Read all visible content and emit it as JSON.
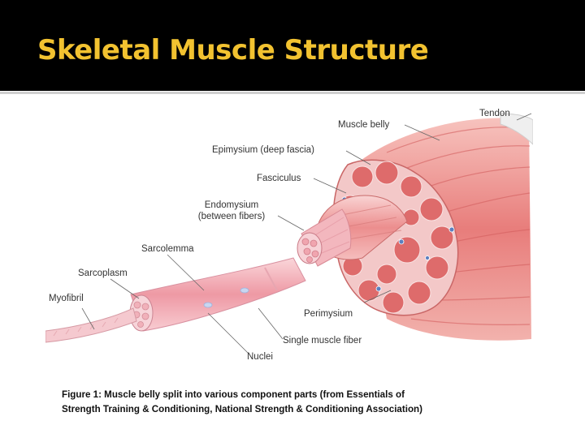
{
  "slide": {
    "title": "Skeletal Muscle Structure",
    "title_color": "#F2C230"
  },
  "diagram": {
    "labels": {
      "tendon": "Tendon",
      "muscle_belly": "Muscle belly",
      "epimysium": "Epimysium (deep fascia)",
      "fasciculus": "Fasciculus",
      "endomysium_line1": "Endomysium",
      "endomysium_line2": "(between fibers)",
      "sarcolemma": "Sarcolemma",
      "sarcoplasm": "Sarcoplasm",
      "myofibril": "Myofibril",
      "perimysium": "Perimysium",
      "single_muscle_fiber": "Single muscle fiber",
      "nuclei": "Nuclei"
    },
    "colors": {
      "muscle_red": "#E26F6F",
      "muscle_light": "#F4B9B5",
      "fiber_pink": "#F6C6CC"
    }
  },
  "caption": {
    "line1": "Figure 1: Muscle belly split into various component parts (from Essentials of",
    "line2": "Strength Training & Conditioning, National Strength & Conditioning Association)"
  }
}
